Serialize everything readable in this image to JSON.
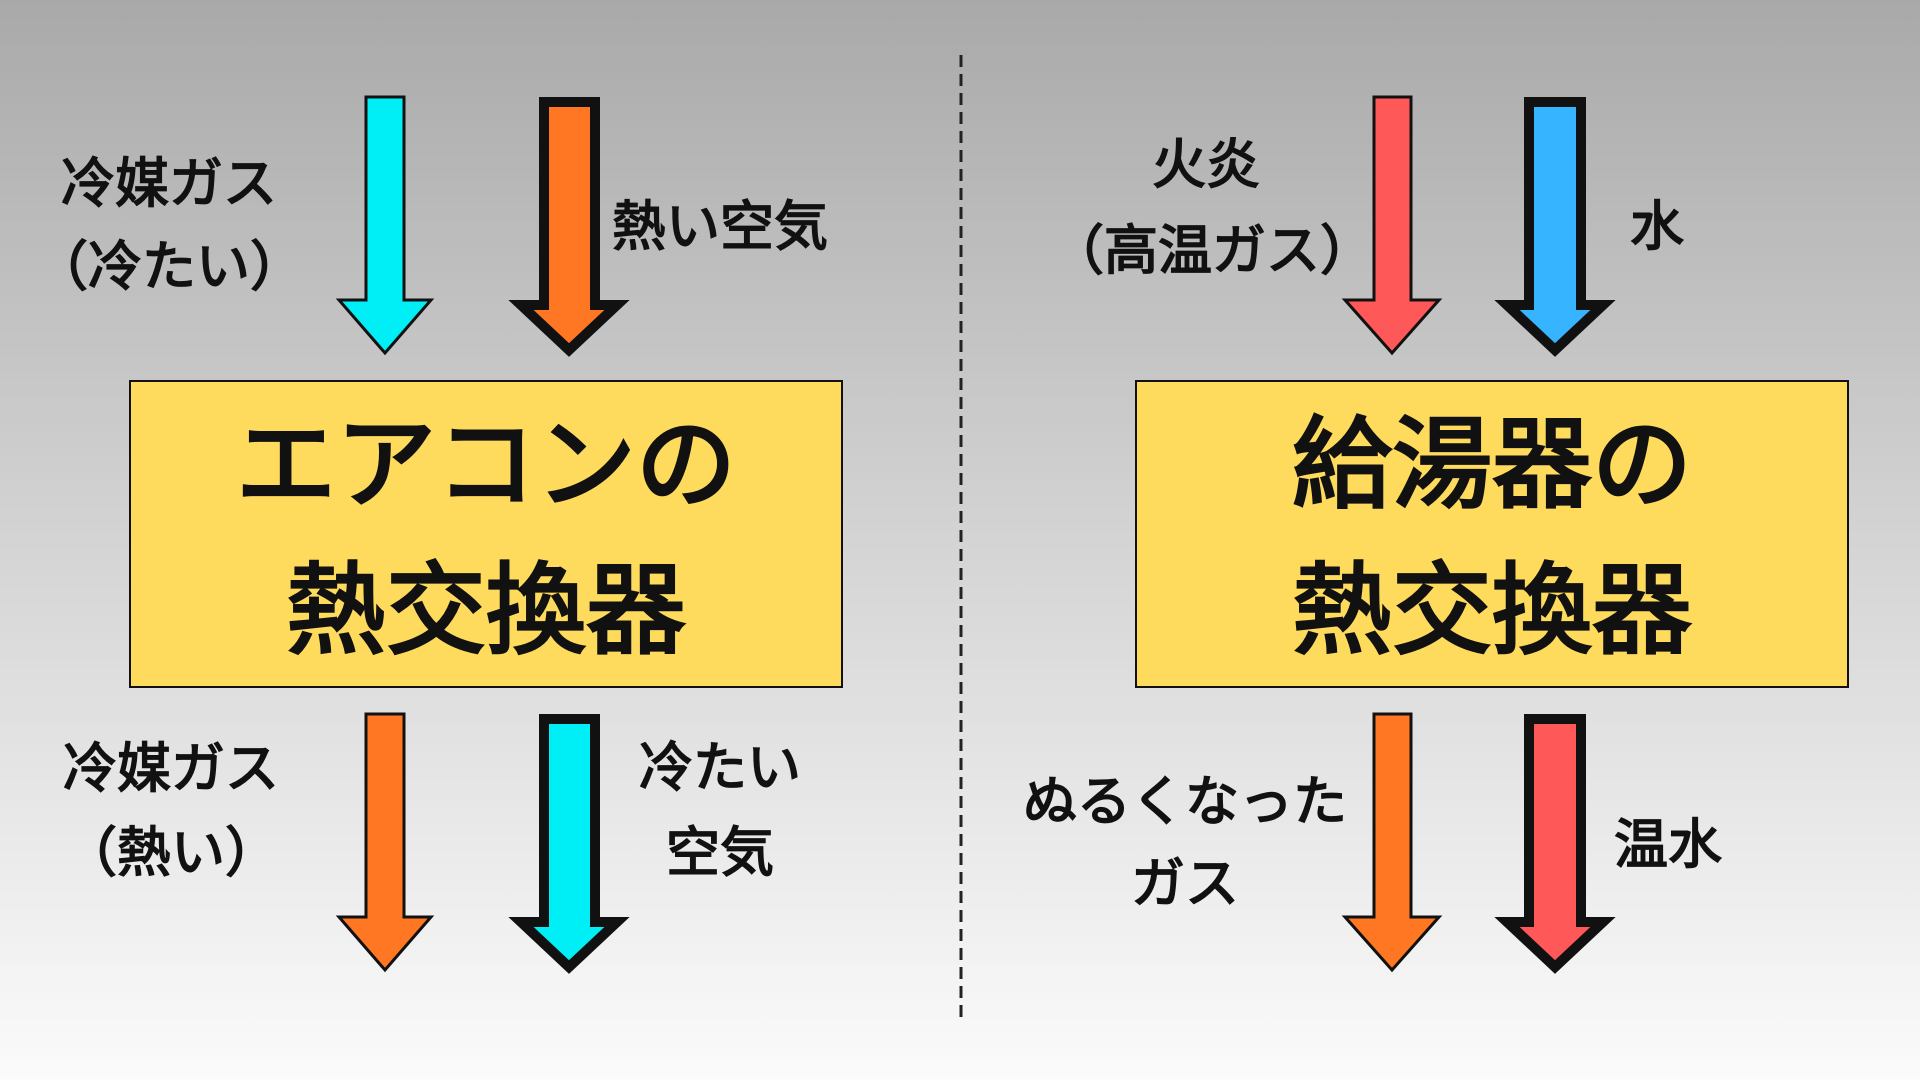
{
  "colors": {
    "cyan": "#00eef6",
    "orange": "#ff7722",
    "red": "#ff5858",
    "blue": "#36b4ff",
    "box": "#fedb5c"
  },
  "left": {
    "input_left": [
      "冷媒ガス",
      "（冷たい）"
    ],
    "input_right": "熱い空気",
    "box_title": [
      "エアコンの",
      "熱交換器"
    ],
    "output_left": [
      "冷媒ガス",
      "（熱い）"
    ],
    "output_right": [
      "冷たい",
      "空気"
    ]
  },
  "right": {
    "input_left": [
      "火炎",
      "（高温ガス）"
    ],
    "input_right": "水",
    "box_title": [
      "給湯器の",
      "熱交換器"
    ],
    "output_left": [
      "ぬるくなった",
      "ガス"
    ],
    "output_right": "温水"
  }
}
